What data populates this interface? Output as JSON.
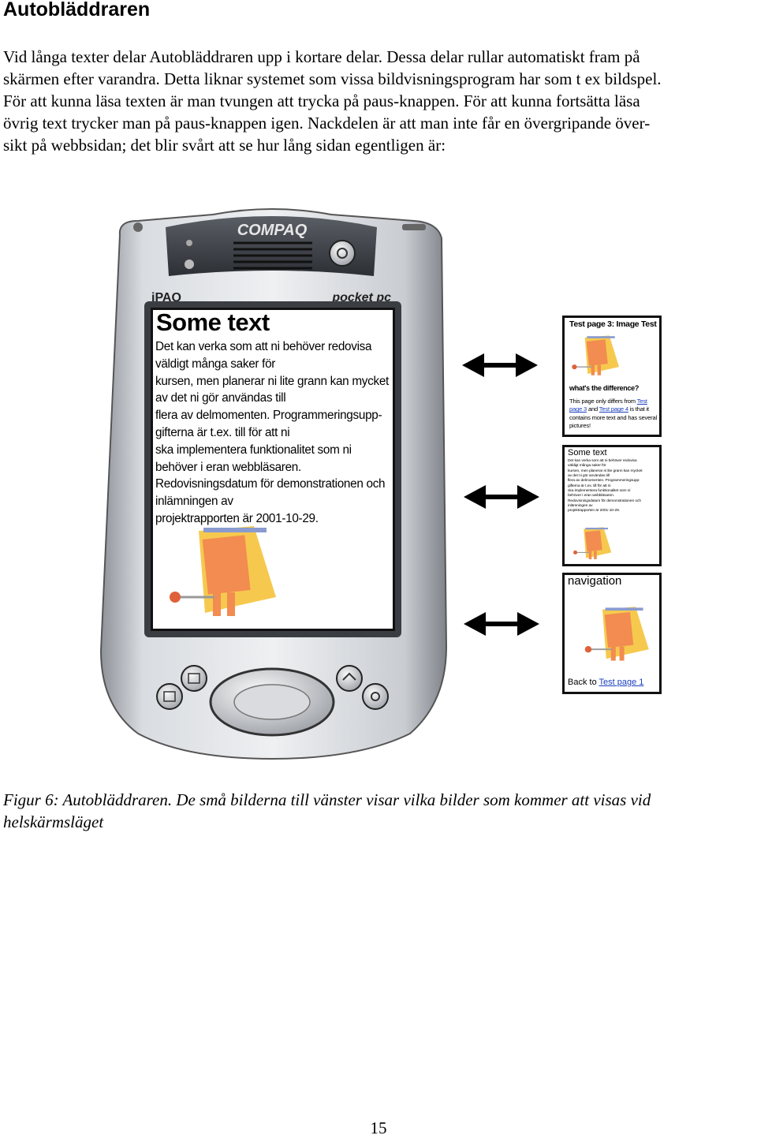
{
  "heading": "Autobläddraren",
  "paragraph_lines": [
    "Vid långa texter delar Autobläddraren upp i kortare delar. Dessa delar rullar automatiskt fram på",
    "skärmen efter varandra. Detta liknar systemet som vissa bildvisningsprogram har som t ex bildspel.",
    "För att kunna läsa texten är man tvungen att trycka på paus-knappen. För att kunna fortsätta läsa",
    "övrig text trycker man på paus-knappen igen. Nackdelen är att man inte får en övergripande över-",
    "sikt på webbsidan; det blir svårt att se hur lång sidan egentligen är:"
  ],
  "device": {
    "brand": "COMPAQ",
    "model": "iPAQ",
    "os": "pocket pc"
  },
  "screen": {
    "title": "Some text",
    "lines": [
      "Det kan verka som att ni behöver redovisa",
      "väldigt många saker för",
      " kursen, men planerar ni lite grann kan mycket",
      "av det ni gör användas till",
      " flera av delmomenten. Programmeringsupp-",
      "gifterna är t.ex. till för att ni",
      " ska implementera funktionalitet som ni",
      "behöver i eran webbläsaren.",
      "Redovisningsdatum för demonstrationen och",
      "inlämningen av",
      "projektrapporten är 2001-10-29."
    ]
  },
  "thumbnails": {
    "image_test": {
      "title": "Test page 3: Image Test",
      "subtitle": "what's the difference?",
      "body_1": "This page only differs from ",
      "link_1": "Test page 3",
      "body_2": " and ",
      "link_2": "Test page 4",
      "body_3": " is that it contains more text and has several pictures!"
    },
    "some_text": {
      "title": "Some text",
      "lines": [
        "Det kan verka som att ni behöver redovisa",
        "väldigt många saker för",
        "kursen, men planerar ni lite grann kan mycket",
        "av det ni gör användas till",
        "flera av delmomenten. Programmeringsupp-",
        "gifterna är t.ex. till för att ni",
        "ska implementera funktionalitet som ni",
        "behöver i eran webbläsaren.",
        "Redovisningsdatum för demonstrationen och",
        "inlämningen av",
        "projektrapporten är 2001-10-29."
      ]
    },
    "navigation": {
      "title": "navigation",
      "footer_text": "Back to ",
      "footer_link": "Test page 1"
    }
  },
  "caption_lines": [
    "Figur 6: Autobläddraren. De små bilderna till vänster visar vilka bilder som kommer att visas vid",
    "helskärmsläget"
  ],
  "page_number": "15",
  "colors": {
    "link": "#1a3fbf",
    "figure_orange": "#f28c50",
    "figure_yellow": "#f6c94e"
  }
}
